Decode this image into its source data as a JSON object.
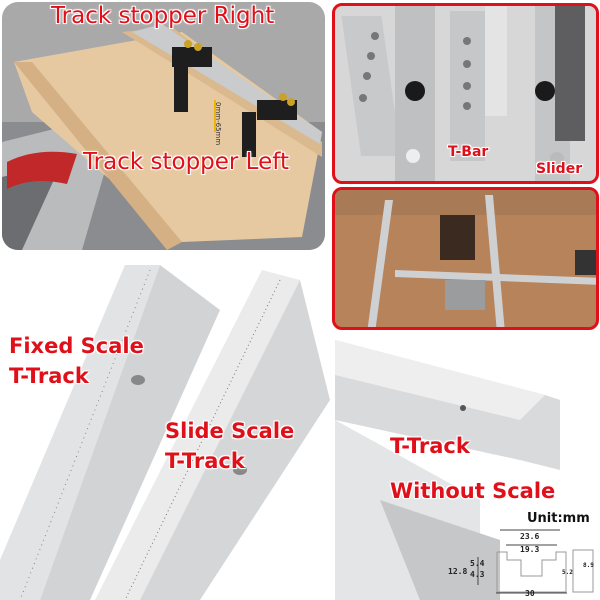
{
  "labels": {
    "track_stopper_right": "Track stopper Right",
    "track_stopper_left": "Track stopper Left",
    "range_note": "0mm-65mm",
    "t_bar": "T-Bar",
    "slider": "Slider",
    "fixed_scale_line1": "Fixed Scale",
    "fixed_scale_line2": "T-Track",
    "slide_scale_line1": "Slide Scale",
    "slide_scale_line2": "T-Track",
    "without_scale_line1": "T-Track",
    "without_scale_line2": "Without Scale"
  },
  "diagram": {
    "unit": "Unit:mm",
    "outer_top_width": "23.6",
    "inner_top_width": "19.3",
    "total_height": "12.8",
    "upper_height": "5.4",
    "lower_height": "4.3",
    "bottom_width": "30",
    "hole_diameter": "8.9",
    "countersink": "5.2"
  },
  "colors": {
    "label_red": "#e0101a",
    "panel_border": "#e0101a"
  }
}
